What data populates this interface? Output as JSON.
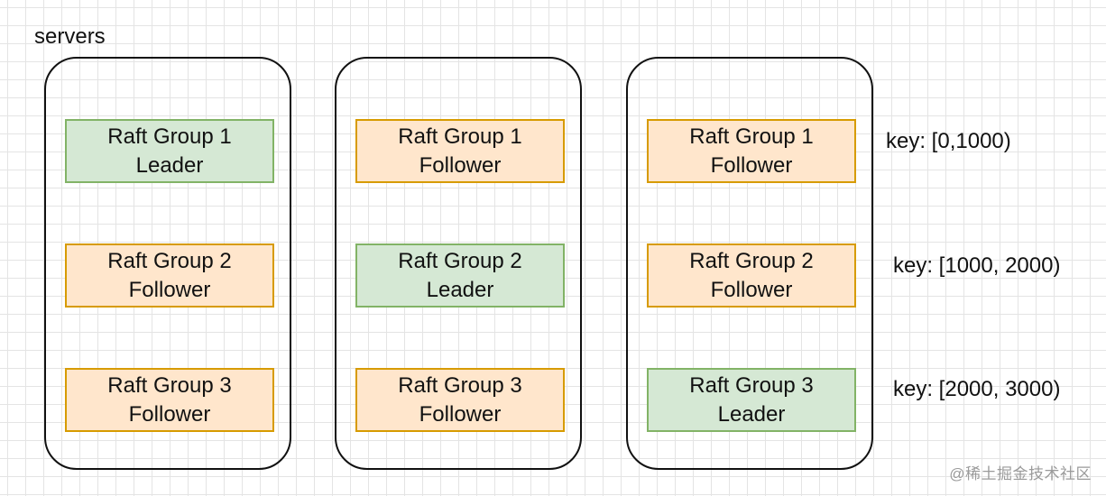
{
  "diagram": {
    "label": "servers",
    "colors": {
      "leader_fill": "#d5e8d4",
      "leader_border": "#82b366",
      "follower_fill": "#ffe6cc",
      "follower_border": "#d79b00"
    },
    "servers": [
      {
        "replicas": [
          {
            "group": "Raft Group 1",
            "role": "Leader"
          },
          {
            "group": "Raft Group 2",
            "role": "Follower"
          },
          {
            "group": "Raft Group 3",
            "role": "Follower"
          }
        ]
      },
      {
        "replicas": [
          {
            "group": "Raft Group 1",
            "role": "Follower"
          },
          {
            "group": "Raft Group 2",
            "role": "Leader"
          },
          {
            "group": "Raft Group 3",
            "role": "Follower"
          }
        ]
      },
      {
        "replicas": [
          {
            "group": "Raft Group 1",
            "role": "Follower"
          },
          {
            "group": "Raft Group 2",
            "role": "Follower"
          },
          {
            "group": "Raft Group 3",
            "role": "Leader"
          }
        ]
      }
    ],
    "key_ranges": [
      "key: [0,1000)",
      "key: [1000, 2000)",
      "key: [2000, 3000)"
    ]
  },
  "watermark": "@稀土掘金技术社区"
}
